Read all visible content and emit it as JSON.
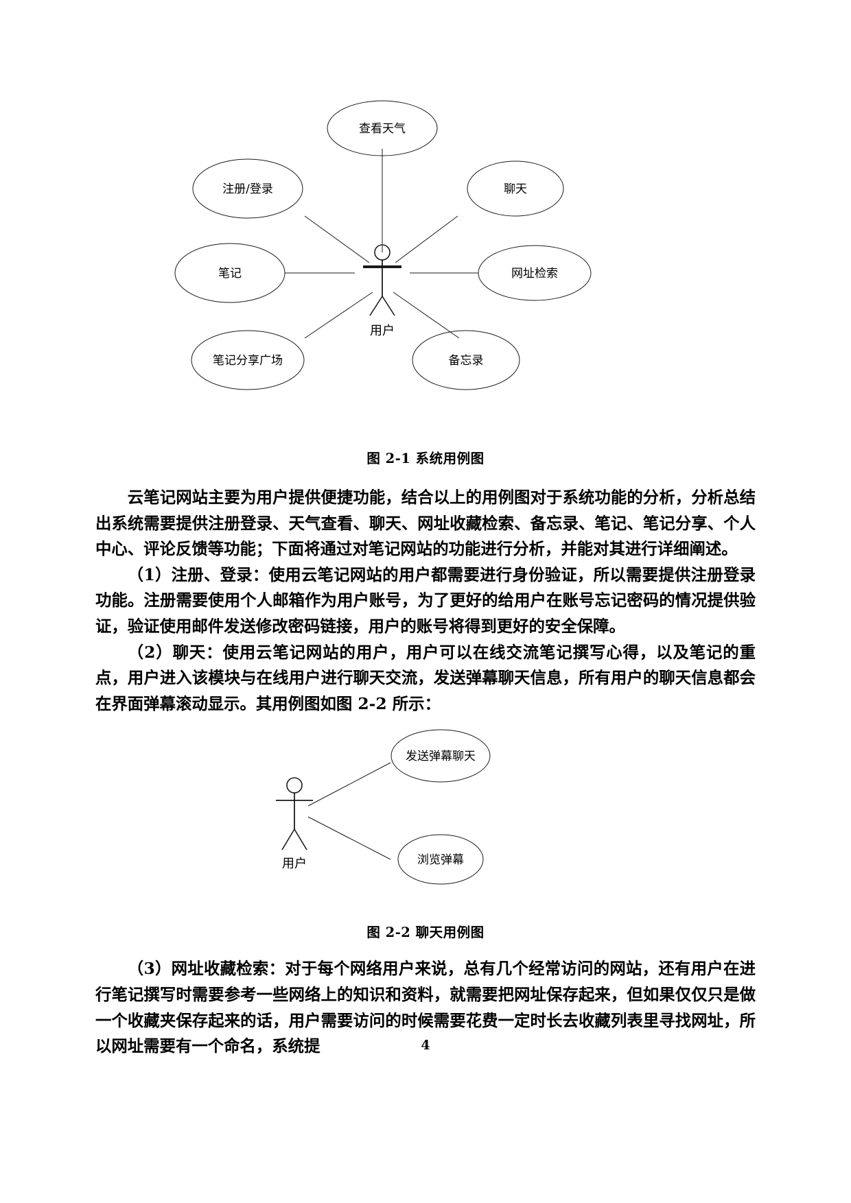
{
  "document": {
    "page_number": "4"
  },
  "figure1": {
    "caption": "图 2-1  系统用例图",
    "actor": "用户",
    "use_cases": [
      {
        "id": "weather",
        "label": "查看天气"
      },
      {
        "id": "register",
        "label": "注册/登录"
      },
      {
        "id": "chat",
        "label": "聊天"
      },
      {
        "id": "note",
        "label": "笔记"
      },
      {
        "id": "url",
        "label": "网址检索"
      },
      {
        "id": "share",
        "label": "笔记分享广场"
      },
      {
        "id": "memo",
        "label": "备忘录"
      }
    ]
  },
  "figure2": {
    "caption": "图 2-2  聊天用例图",
    "actor": "用户",
    "use_cases": [
      {
        "id": "send-danmaku",
        "label": "发送弹幕聊天"
      },
      {
        "id": "browse-danmaku",
        "label": "浏览弹幕"
      }
    ]
  },
  "paragraphs": {
    "intro": "云笔记网站主要为用户提供便捷功能，结合以上的用例图对于系统功能的分析，分析总结出系统需要提供注册登录、天气查看、聊天、网址收藏检索、备忘录、笔记、笔记分享、个人中心、评论反馈等功能；下面将通过对笔记网站的功能进行分析，并能对其进行详细阐述。",
    "item1": "（1）注册、登录：使用云笔记网站的用户都需要进行身份验证，所以需要提供注册登录功能。注册需要使用个人邮箱作为用户账号，为了更好的给用户在账号忘记密码的情况提供验证，验证使用邮件发送修改密码链接，用户的账号将得到更好的安全保障。",
    "item2": "（2）聊天：使用云笔记网站的用户，用户可以在线交流笔记撰写心得，以及笔记的重点，用户进入该模块与在线用户进行聊天交流，发送弹幕聊天信息，所有用户的聊天信息都会在界面弹幕滚动显示。其用例图如图 2-2 所示：",
    "item3": "（3）网址收藏检索：对于每个网络用户来说，总有几个经常访问的网站，还有用户在进行笔记撰写时需要参考一些网络上的知识和资料，就需要把网址保存起来，但如果仅仅只是做一个收藏夹保存起来的话，用户需要访问的时候需要花费一定时长去收藏列表里寻找网址，所以网址需要有一个命名，系统提"
  }
}
